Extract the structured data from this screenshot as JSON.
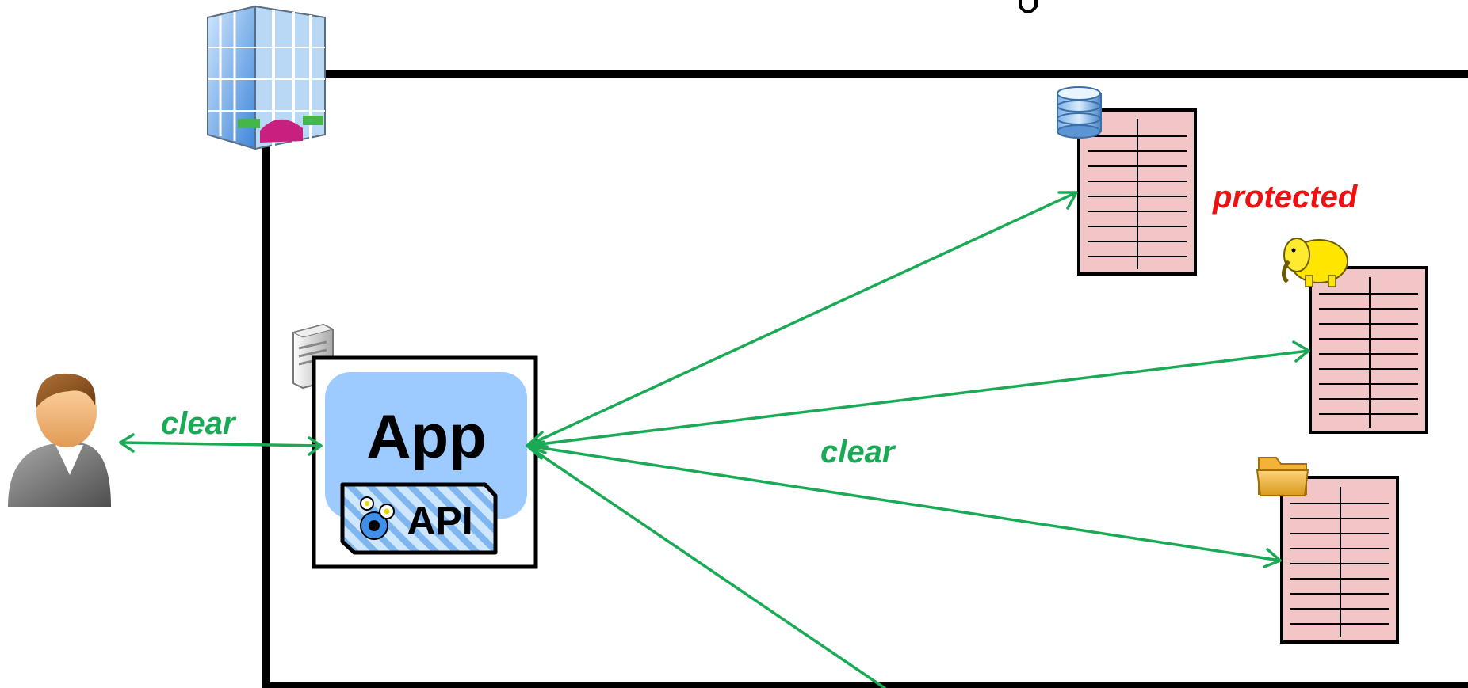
{
  "labels": {
    "clear_user": "clear",
    "clear_center": "clear",
    "protected": "protected"
  },
  "app": {
    "title": "App",
    "api_label": "API"
  },
  "icons": {
    "building": "office-building-icon",
    "user": "user-avatar-icon",
    "server": "server-icon",
    "gears": "gears-icon",
    "database": "database-icon",
    "hadoop": "hadoop-elephant-icon",
    "folder": "folder-icon"
  },
  "colors": {
    "arrow": "#1aaa55",
    "label_clear": "#1aaa55",
    "label_protected": "#ee1111",
    "table_fill": "#f2c6c6",
    "app_fill": "#9ecbff",
    "border": "#000000"
  }
}
